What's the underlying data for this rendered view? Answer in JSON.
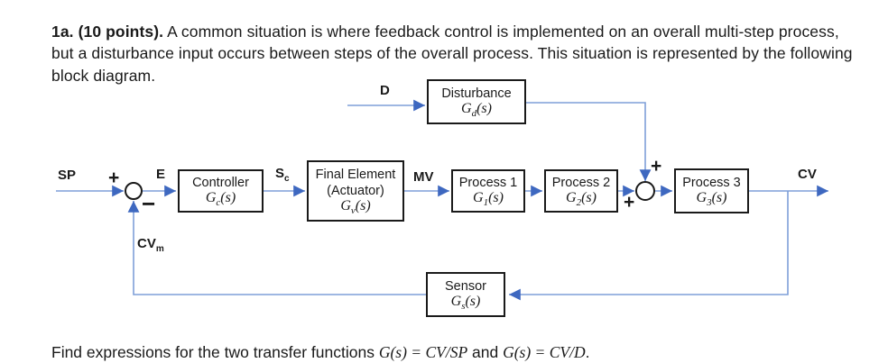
{
  "colors": {
    "line_blue": "#7e9fd8",
    "arrow_blue": "#3e68c0",
    "block_border": "#1a1a1a",
    "text": "#1a1a1a"
  },
  "header": {
    "bold_lead": "1a. (10 points).",
    "body": " A common situation is where feedback control is implemented on an overall multi-step process, but a disturbance input occurs between steps of the overall process. This situation is represented by the following block diagram."
  },
  "footer": {
    "prefix": "Find expressions for the two transfer functions ",
    "math1": "G(s) = CV/SP",
    "conjunction": " and ",
    "math2": "G(s) = CV/D",
    "suffix": "."
  },
  "diagram": {
    "signals": {
      "sp": "SP",
      "e": "E",
      "sc_base": "S",
      "sc_sub": "c",
      "mv": "MV",
      "cv": "CV",
      "cvm_base": "CV",
      "cvm_sub": "m",
      "d": "D",
      "plus_j1": "+",
      "minus_j1": "−",
      "plus_j2_top": "+",
      "plus_j2_bottom": "+"
    },
    "blocks": {
      "disturbance": {
        "title": "Disturbance",
        "tf_base": "G",
        "tf_sub": "d",
        "tf_args": "(s)"
      },
      "controller": {
        "title": "Controller",
        "tf_base": "G",
        "tf_sub": "c",
        "tf_args": "(s)"
      },
      "final_element": {
        "title": "Final Element",
        "subtitle": "(Actuator)",
        "tf_base": "G",
        "tf_sub": "v",
        "tf_args": "(s)"
      },
      "process1": {
        "title": "Process 1",
        "tf_base": "G",
        "tf_sub": "1",
        "tf_args": "(s)"
      },
      "process2": {
        "title": "Process 2",
        "tf_base": "G",
        "tf_sub": "2",
        "tf_args": "(s)"
      },
      "process3": {
        "title": "Process 3",
        "tf_base": "G",
        "tf_sub": "3",
        "tf_args": "(s)"
      },
      "sensor": {
        "title": "Sensor",
        "tf_base": "G",
        "tf_sub": "s",
        "tf_args": "(s)"
      }
    }
  }
}
